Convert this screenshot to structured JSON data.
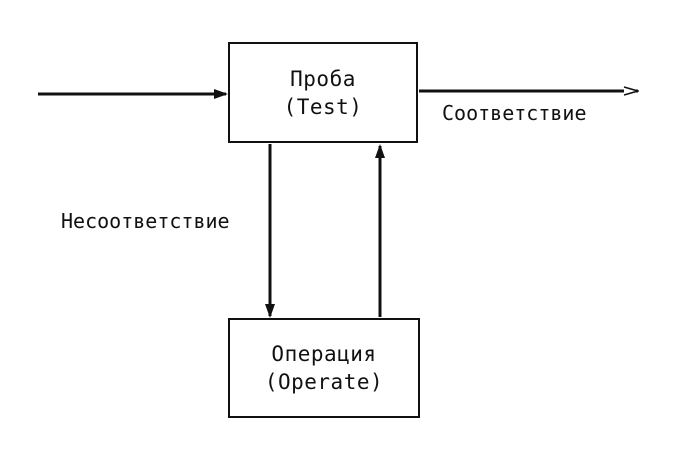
{
  "diagram": {
    "test_box": {
      "title": "Проба",
      "subtitle": "(Test)"
    },
    "operate_box": {
      "title": "Операция",
      "subtitle": "(Operate)"
    },
    "labels": {
      "match": "Соответствие",
      "mismatch": "Несоответствие"
    }
  }
}
